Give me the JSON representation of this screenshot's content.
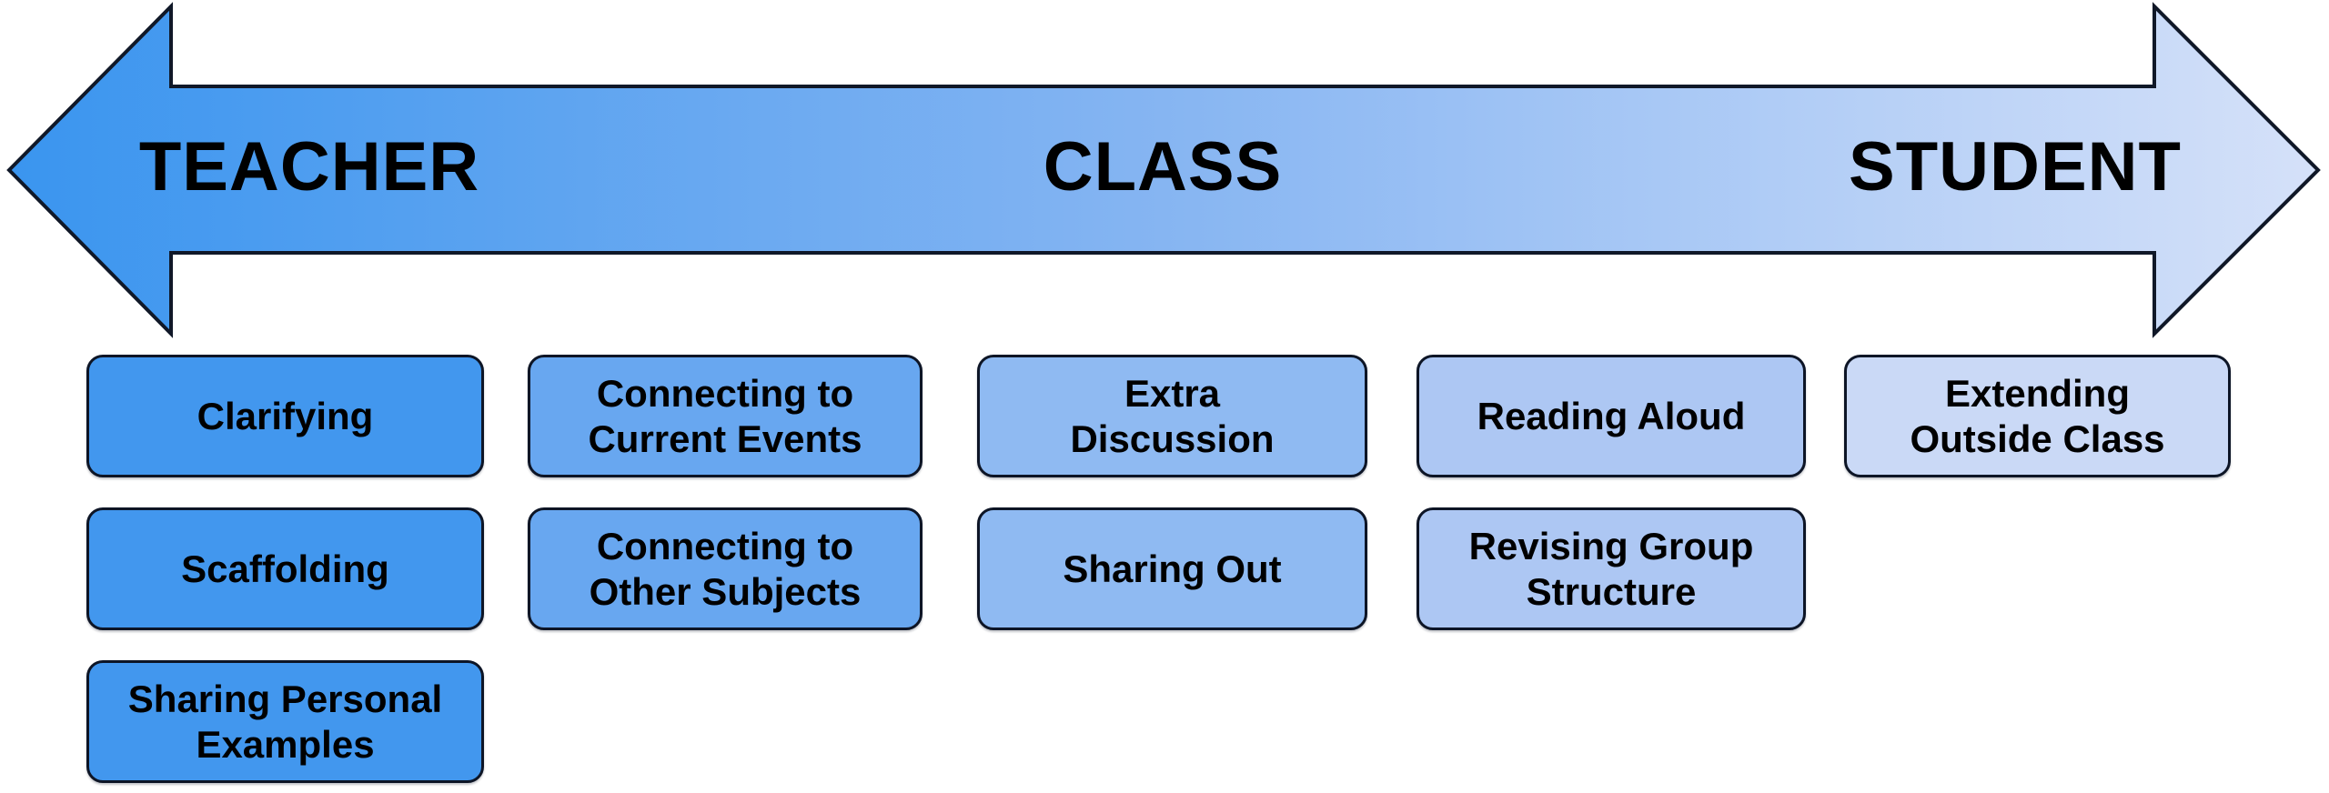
{
  "arrow": {
    "labels": [
      {
        "text": "TEACHER"
      },
      {
        "text": "CLASS"
      },
      {
        "text": "STUDENT"
      }
    ],
    "gradient_start": "#3a95ef",
    "gradient_mid": "#86b5f2",
    "gradient_end": "#d5e1f9",
    "border_color": "#101828"
  },
  "columns": [
    {
      "fill": "#4297ee",
      "boxes": [
        [
          "Clarifying"
        ],
        [
          "Scaffolding"
        ],
        [
          "Sharing Personal",
          "Examples"
        ]
      ]
    },
    {
      "fill": "#68a7f0",
      "boxes": [
        [
          "Connecting to",
          "Current Events"
        ],
        [
          "Connecting to",
          "Other Subjects"
        ]
      ]
    },
    {
      "fill": "#8fbaf2",
      "boxes": [
        [
          "Extra",
          "Discussion"
        ],
        [
          "Sharing Out"
        ]
      ]
    },
    {
      "fill": "#adc7f3",
      "boxes": [
        [
          "Reading Aloud"
        ],
        [
          "Revising Group",
          "Structure"
        ]
      ]
    },
    {
      "fill": "#cad9f6",
      "boxes": [
        [
          "Extending",
          "Outside Class"
        ]
      ]
    }
  ],
  "box_border_color": "#0d1526",
  "text_color": "#000000"
}
